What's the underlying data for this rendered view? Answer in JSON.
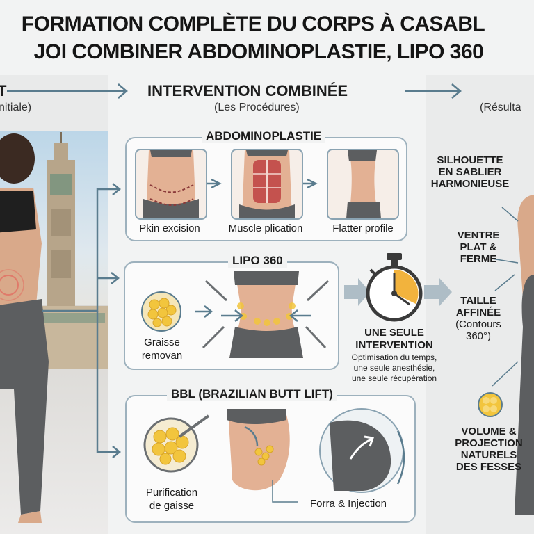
{
  "title": {
    "line1": "FORMATION COMPLÈTE DU CORPS À CASABL",
    "line2": "JOI COMBINER ABDOMINOPLASTIE, LIPO 360"
  },
  "columns": {
    "left": {
      "heading": "T",
      "sub": "nitiale)"
    },
    "middle": {
      "heading": "INTERVENTION COMBINÉE",
      "sub": "(Les Procédures)"
    },
    "right": {
      "sub": "(Résulta"
    }
  },
  "abdominoplastie": {
    "title": "ABDOMINOPLASTIE",
    "steps": [
      "Pkin excision",
      "Muscle plication",
      "Flatter profile"
    ]
  },
  "lipo": {
    "title": "LIPO 360",
    "fat_label_1": "Graisse",
    "fat_label_2": "removan"
  },
  "bbl": {
    "title": "BBL (BRAZILIAN BUTT LIFT)",
    "purif_1": "Purification",
    "purif_2": "de gaisse",
    "injection": "Forra & Injection"
  },
  "single": {
    "line1": "UNE SEULE",
    "line2": "INTERVENTION",
    "sub1": "Optimisation du temps,",
    "sub2": "une seule anesthésie,",
    "sub3": "une seule récupération"
  },
  "results": {
    "r1": [
      "SILHOUETTE",
      "EN SABLIER",
      "HARMONIEUSE"
    ],
    "r2": [
      "VENTRE",
      "PLAT &",
      "FERME"
    ],
    "r3": [
      "TAILLE",
      "AFFINÉE"
    ],
    "r3sub": [
      "(Contours",
      "360°)"
    ],
    "r4": [
      "VOLUME &",
      "PROJECTION",
      "NATURELS",
      "DES FESSES"
    ]
  },
  "colors": {
    "accent": "#5a7c8e",
    "box_border": "#9db1bd",
    "fat": "#f2c53d",
    "skin": "#d9a98a",
    "leggings": "#5c5e60"
  }
}
